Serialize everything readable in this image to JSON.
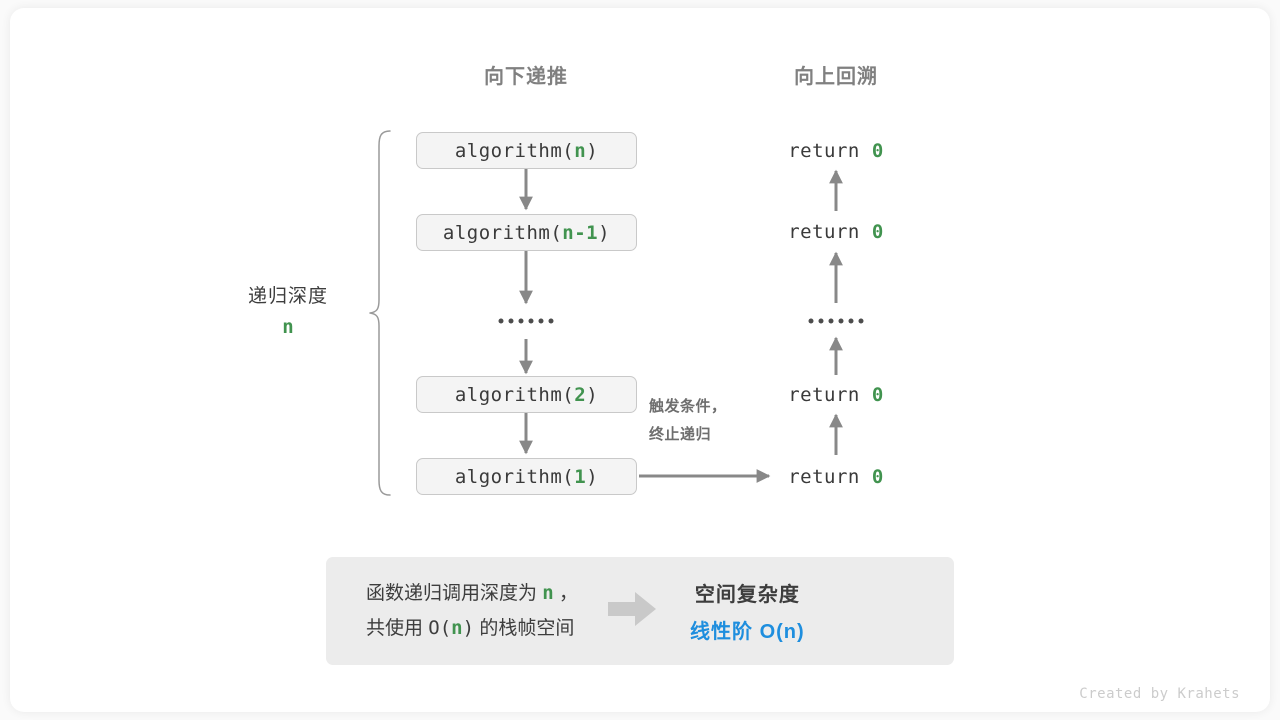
{
  "theme": {
    "background": "#ffffff",
    "card": "#ffffff",
    "accent_green": "#41934f",
    "accent_blue": "#1e8ede",
    "line_gray": "#888888",
    "box_fill": "#f4f4f4",
    "box_border": "#c9c9c9",
    "panel_fill": "#ececec",
    "text_dark": "#3d3d3d",
    "text_muted": "#808080"
  },
  "headers": {
    "down": "向下递推",
    "up": "向上回溯"
  },
  "depth_label": {
    "title": "递归深度",
    "value": "n"
  },
  "calls": [
    {
      "name": "algorithm(",
      "arg": "n",
      "close": ")"
    },
    {
      "name": "algorithm(",
      "arg": "n-1",
      "close": ")"
    },
    {
      "name": "algorithm(",
      "arg": "2",
      "close": ")"
    },
    {
      "name": "algorithm(",
      "arg": "1",
      "close": ")"
    }
  ],
  "returns": [
    {
      "keyword": "return ",
      "value": "0"
    },
    {
      "keyword": "return ",
      "value": "0"
    },
    {
      "keyword": "return ",
      "value": "0"
    },
    {
      "keyword": "return ",
      "value": "0"
    }
  ],
  "ellipsis": {
    "left_dot_count": 6,
    "right_dot_count": 6
  },
  "trigger_note": {
    "line1": "触发条件，",
    "line2": "终止递归"
  },
  "summary": {
    "left_line1_a": "函数递归调用深度为 ",
    "left_line1_var": "n",
    "left_line1_b": " ，",
    "left_line2_a": "共使用 ",
    "left_line2_mono_open": "O(",
    "left_line2_var": "n",
    "left_line2_mono_close": ")",
    "left_line2_b": " 的栈帧空间",
    "arrow_icon": "right-block-arrow-icon",
    "right_title": "空间复杂度",
    "right_value": "线性阶 O(n)"
  },
  "credit": "Created by Krahets"
}
